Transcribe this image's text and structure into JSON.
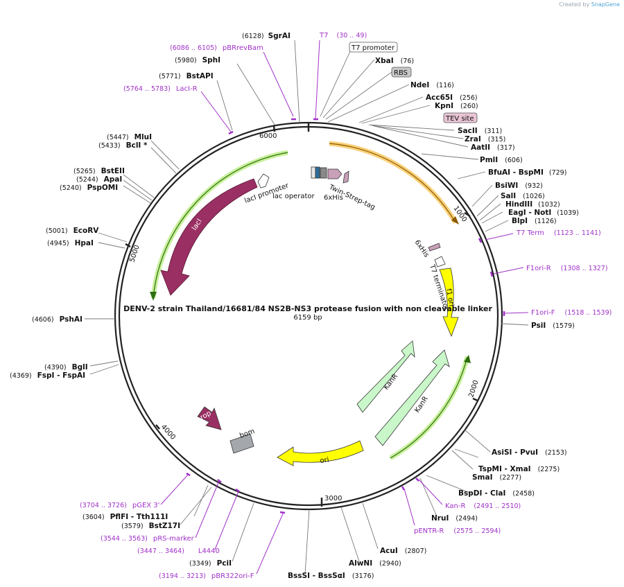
{
  "credit": {
    "prefix": "Created by",
    "brand": "SnapGene"
  },
  "plasmid": {
    "name": "DENV-2 strain Thailand/16681/84 NS2B-NS3 protease fusion with non cleavable linker",
    "size_label": "6159 bp"
  },
  "ticks": [
    "1000",
    "2000",
    "3000",
    "4000",
    "5000",
    "6000"
  ],
  "sites_right": [
    {
      "name": "SgrAI",
      "pos": "(6128)"
    },
    {
      "name": "XbaI",
      "pos": "(76)"
    },
    {
      "name": "NdeI",
      "pos": "(116)"
    },
    {
      "name": "Acc65I",
      "pos": "(256)"
    },
    {
      "name": "KpnI",
      "pos": "(260)"
    },
    {
      "name": "SacII",
      "pos": "(311)"
    },
    {
      "name": "ZraI",
      "pos": "(315)"
    },
    {
      "name": "AatII",
      "pos": "(317)"
    },
    {
      "name": "PmlI",
      "pos": "(606)"
    },
    {
      "name": "BfuAI - BspMI",
      "pos": "(729)"
    },
    {
      "name": "BsiWI",
      "pos": "(932)"
    },
    {
      "name": "SalI",
      "pos": "(1026)"
    },
    {
      "name": "HindIII",
      "pos": "(1032)"
    },
    {
      "name": "EagI - NotI",
      "pos": "(1039)"
    },
    {
      "name": "BlpI",
      "pos": "(1126)"
    },
    {
      "name": "PsiI",
      "pos": "(1579)"
    },
    {
      "name": "AsiSI - PvuI",
      "pos": "(2153)"
    },
    {
      "name": "TspMI - XmaI",
      "pos": "(2275)"
    },
    {
      "name": "SmaI",
      "pos": "(2277)"
    },
    {
      "name": "BspDI - ClaI",
      "pos": "(2458)"
    },
    {
      "name": "NruI",
      "pos": "(2494)"
    },
    {
      "name": "AcuI",
      "pos": "(2807)"
    },
    {
      "name": "AlwNI",
      "pos": "(2940)"
    },
    {
      "name": "BssSI - BssSαI",
      "pos": "(3176)"
    },
    {
      "name": "PciI",
      "pos": "(3349)"
    }
  ],
  "sites_left": [
    {
      "name": "SphI",
      "pos": "(5980)"
    },
    {
      "name": "BstAPI",
      "pos": "(5771)"
    },
    {
      "name": "MluI",
      "pos": "(5447)"
    },
    {
      "name": "BclI *",
      "pos": "(5433)"
    },
    {
      "name": "BstEII",
      "pos": "(5265)"
    },
    {
      "name": "ApaI",
      "pos": "(5244)"
    },
    {
      "name": "PspOMI",
      "pos": "(5240)"
    },
    {
      "name": "EcoRV",
      "pos": "(5001)"
    },
    {
      "name": "HpaI",
      "pos": "(4945)"
    },
    {
      "name": "PshAI",
      "pos": "(4606)"
    },
    {
      "name": "BglI",
      "pos": "(4390)"
    },
    {
      "name": "FspI - FspAI",
      "pos": "(4369)"
    },
    {
      "name": "PflFI - Tth111I",
      "pos": "(3604)"
    },
    {
      "name": "BstZ17I",
      "pos": "(3579)"
    }
  ],
  "primers": [
    {
      "name": "T7",
      "range": "(30 .. 49)"
    },
    {
      "name": "pBRrevBam",
      "range": "(6086 .. 6105)"
    },
    {
      "name": "LacI-R",
      "range": "(5764 .. 5783)"
    },
    {
      "name": "T7 Term",
      "range": "(1123 .. 1141)"
    },
    {
      "name": "F1ori-R",
      "range": "(1308 .. 1327)"
    },
    {
      "name": "F1ori-F",
      "range": "(1518 .. 1539)"
    },
    {
      "name": "Kan-R",
      "range": "(2491 .. 2510)"
    },
    {
      "name": "pENTR-R",
      "range": "(2575 .. 2594)"
    },
    {
      "name": "pGEX 3'",
      "range": "(3704 .. 3726)"
    },
    {
      "name": "pRS-marker",
      "range": "(3544 .. 3563)"
    },
    {
      "name": "L4440",
      "range": "(3447 .. 3464)"
    },
    {
      "name": "pBR322ori-F",
      "range": "(3194 .. 3213)"
    }
  ],
  "boxed_features": [
    "T7 promoter",
    "RBS",
    "TEV site"
  ],
  "features": [
    "lacI",
    "lacI promoter",
    "lac operator",
    "6xHis",
    "Twin-Strep-tag",
    "6xHis",
    "T7 terminator",
    "f1 ori",
    "KanR",
    "KanR",
    "ori",
    "bom",
    "rop"
  ],
  "colors": {
    "backbone": "#222222",
    "primer": "#a030c8",
    "lacI": "#9a2f63",
    "kanR": "#c9f7c9",
    "f1ori": "#ffff00",
    "ori": "#ffff00",
    "orf_orange": "#f0a020",
    "orf_green": "#55bb22",
    "bom": "#a4a8ad",
    "T7_promoter_box": "#ffffff",
    "RBS_box": "#c8c8c8",
    "TEV_box": "#e8c4d4"
  }
}
